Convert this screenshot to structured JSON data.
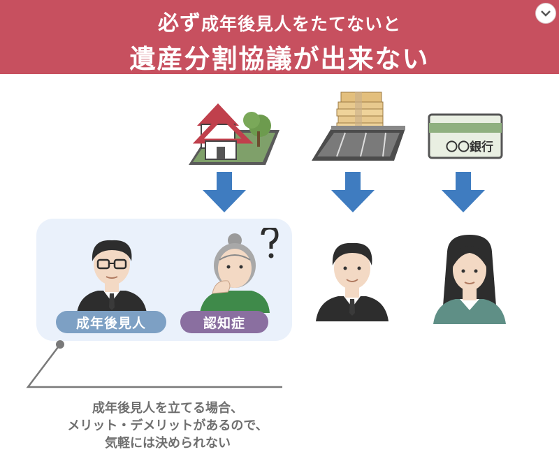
{
  "banner": {
    "line1_emphasis": "必ず",
    "line1_rest": "成年後見人をたてないと",
    "line2": "遺産分割協議が出来ない",
    "color": "#c7505f"
  },
  "assets": {
    "house": {
      "icon": "house-on-land-icon"
    },
    "land": {
      "icon": "cash-bundles-and-land-plot-icon"
    },
    "bank": {
      "icon": "bankbook-icon",
      "label": "〇〇銀行"
    }
  },
  "people": {
    "guardian": {
      "icon": "man-with-glasses-icon",
      "label": "成年後見人"
    },
    "elderly": {
      "icon": "elderly-woman-confused-icon",
      "label": "認知症"
    },
    "heir_man": {
      "icon": "man-in-suit-icon"
    },
    "heir_woman": {
      "icon": "woman-icon"
    }
  },
  "colors": {
    "arrow": "#3f7cc0",
    "group_bg": "#eaf1fb",
    "pill_guardian": "#7da0c4",
    "pill_dementia": "#8a6fa0"
  },
  "note": {
    "line1": "成年後見人を立てる場合、",
    "line2": "メリット・デメリットがあるので、",
    "line3": "気軽には決められない"
  }
}
